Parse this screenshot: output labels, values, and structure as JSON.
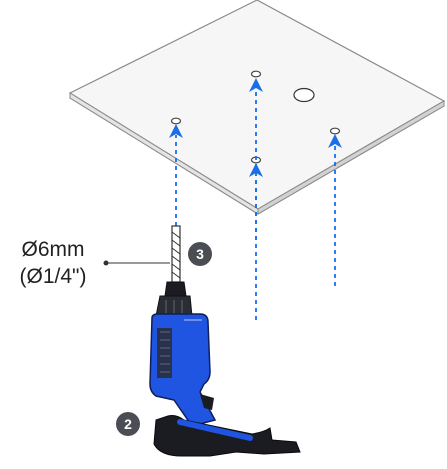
{
  "callout": {
    "bit_size_metric": "Ø6mm",
    "bit_size_imperial": "(Ø1/4\")"
  },
  "steps": {
    "drill_step": "2",
    "bit_step": "3"
  },
  "colors": {
    "drill_body": "#1f55e0",
    "drill_dark": "#1a1c22",
    "arrow": "#1b6fe6",
    "panel_fill": "#f6f6f6",
    "panel_edge": "#8a8a8a",
    "badge": "#4a4d54"
  },
  "icons": [
    "drill-icon",
    "drill-bit-icon",
    "upward-arrow-icon",
    "ceiling-panel-icon"
  ]
}
